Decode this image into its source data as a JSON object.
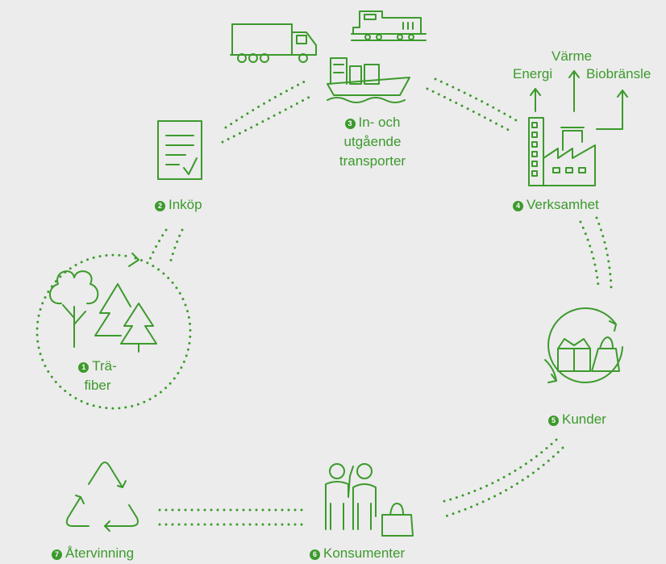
{
  "steps": [
    {
      "num": "1",
      "line1": "Trä-",
      "line2": "fiber",
      "icon": "trees-icon"
    },
    {
      "num": "2",
      "label": "Inköp",
      "icon": "document-check-icon"
    },
    {
      "num": "3",
      "line1": "In- och",
      "line2": "utgående",
      "line3": "transporter",
      "icon": "truck-train-ship-icon"
    },
    {
      "num": "4",
      "label": "Verksamhet",
      "icon": "factory-icon"
    },
    {
      "num": "5",
      "label": "Kunder",
      "icon": "boxes-bag-cycle-icon"
    },
    {
      "num": "6",
      "label": "Konsumenter",
      "icon": "people-shopping-icon"
    },
    {
      "num": "7",
      "label": "Återvinning",
      "icon": "recycle-icon"
    }
  ],
  "outputs": {
    "energy": "Energi",
    "heat": "Värme",
    "biofuel": "Biobränsle"
  },
  "colors": {
    "accent": "#3c9a2c",
    "background": "#ececec"
  }
}
